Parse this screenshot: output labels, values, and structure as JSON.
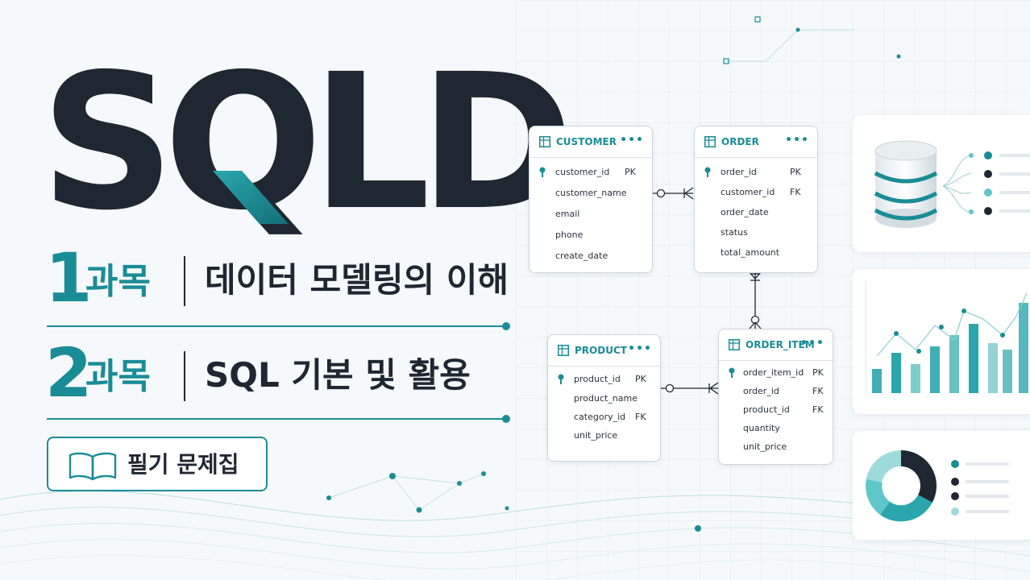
{
  "logo": {
    "text": "SQLD"
  },
  "subjects": [
    {
      "number": "1",
      "unit": "과목",
      "title": "데이터 모델링의 이해"
    },
    {
      "number": "2",
      "unit": "과목",
      "title": "SQL 기본 및 활용"
    }
  ],
  "workbook": {
    "label": "필기 문제집",
    "icon": "open-book-icon"
  },
  "colors": {
    "accent": "#1a8c96",
    "dark": "#1f2732",
    "light_teal": "#5fc6c9"
  },
  "erd": {
    "entities": [
      {
        "name": "CUSTOMER",
        "fields": [
          {
            "name": "customer_id",
            "key": "PK",
            "primary": true
          },
          {
            "name": "customer_name",
            "key": ""
          },
          {
            "name": "email",
            "key": ""
          },
          {
            "name": "phone",
            "key": ""
          },
          {
            "name": "create_date",
            "key": ""
          }
        ]
      },
      {
        "name": "ORDER",
        "fields": [
          {
            "name": "order_id",
            "key": "PK",
            "primary": true
          },
          {
            "name": "customer_id",
            "key": "FK"
          },
          {
            "name": "order_date",
            "key": ""
          },
          {
            "name": "status",
            "key": ""
          },
          {
            "name": "total_amount",
            "key": ""
          }
        ]
      },
      {
        "name": "PRODUCT",
        "fields": [
          {
            "name": "product_id",
            "key": "PK",
            "primary": true
          },
          {
            "name": "product_name",
            "key": ""
          },
          {
            "name": "category_id",
            "key": "FK"
          },
          {
            "name": "unit_price",
            "key": ""
          }
        ]
      },
      {
        "name": "ORDER_ITEM",
        "fields": [
          {
            "name": "order_item_id",
            "key": "PK",
            "primary": true
          },
          {
            "name": "order_id",
            "key": "FK"
          },
          {
            "name": "product_id",
            "key": "FK"
          },
          {
            "name": "quantity",
            "key": ""
          },
          {
            "name": "unit_price",
            "key": ""
          }
        ]
      }
    ],
    "menu_glyph": "•••"
  }
}
